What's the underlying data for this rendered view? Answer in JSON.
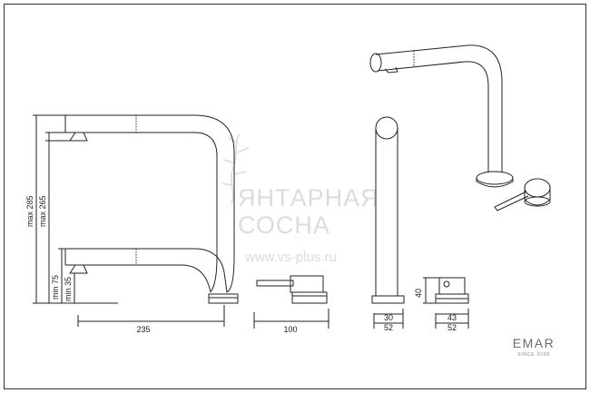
{
  "dimensions": {
    "max_285": "max 285",
    "max_265": "max 265",
    "min_75": "min 75",
    "min_35": "min 35",
    "w_235": "235",
    "w_100": "100",
    "w_30": "30",
    "w_52_a": "52",
    "h_40": "40",
    "w_43": "43",
    "w_52_b": "52"
  },
  "watermark": {
    "line1": "ЯНТАРНАЯ",
    "line2": "СОСНА",
    "url": "www.vs-plus.ru"
  },
  "brand": {
    "name": "EMAR",
    "since": "SINCE 2008"
  },
  "colors": {
    "line": "#222222",
    "watermark": "#dcdcdc",
    "brand": "#6b6b6b"
  }
}
